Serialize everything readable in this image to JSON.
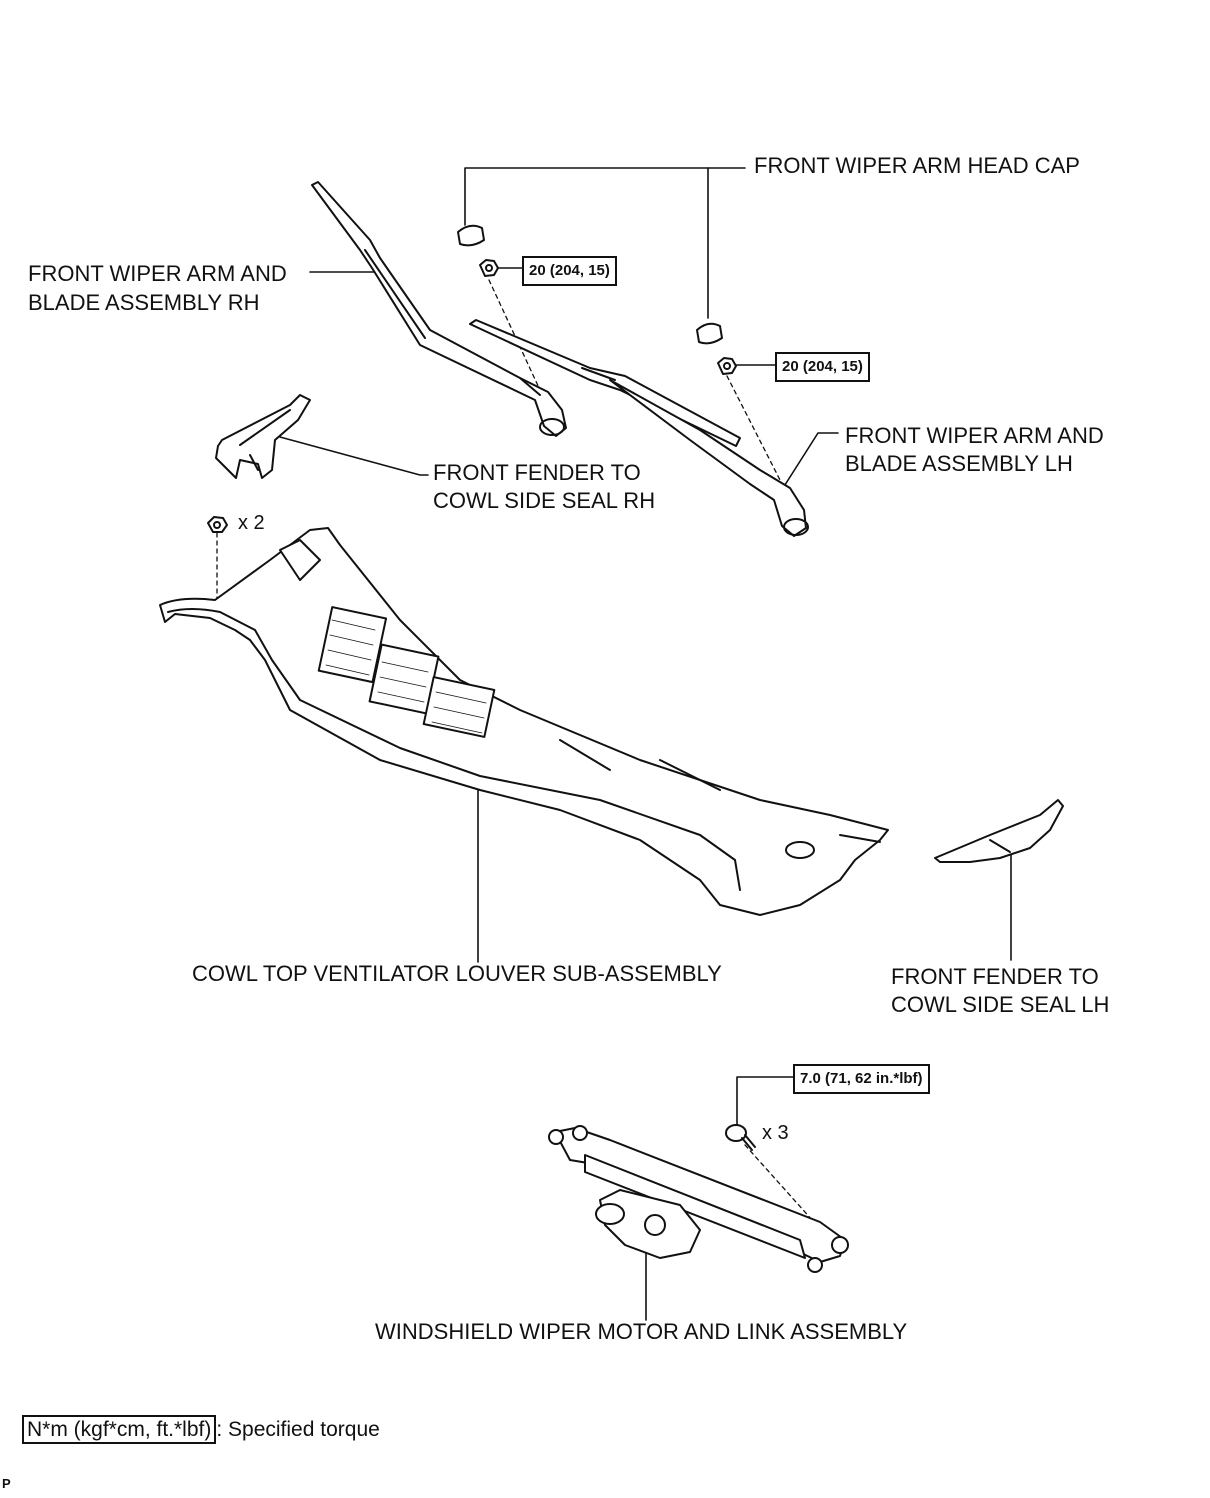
{
  "labels": {
    "head_cap": "FRONT WIPER ARM HEAD CAP",
    "arm_rh_line1": "FRONT WIPER ARM AND",
    "arm_rh_line2": "BLADE ASSEMBLY RH",
    "arm_lh_line1": "FRONT WIPER ARM AND",
    "arm_lh_line2": "BLADE ASSEMBLY LH",
    "seal_rh_line1": "FRONT FENDER TO",
    "seal_rh_line2": "COWL SIDE SEAL RH",
    "seal_lh_line1": "FRONT FENDER TO",
    "seal_lh_line2": "COWL SIDE SEAL LH",
    "cowl": "COWL TOP VENTILATOR LOUVER SUB-ASSEMBLY",
    "motor": "WINDSHIELD WIPER MOTOR AND LINK ASSEMBLY"
  },
  "torque": {
    "nut_rh": "20 (204, 15)",
    "nut_lh": "20 (204, 15)",
    "motor_bolt": "7.0 (71, 62 in.*lbf)"
  },
  "quantities": {
    "cowl_clip": "x 2",
    "motor_bolt": "x 3"
  },
  "legend": {
    "unit": "N*m (kgf*cm, ft.*lbf)",
    "text": ": Specified torque"
  },
  "page_mark": "P"
}
